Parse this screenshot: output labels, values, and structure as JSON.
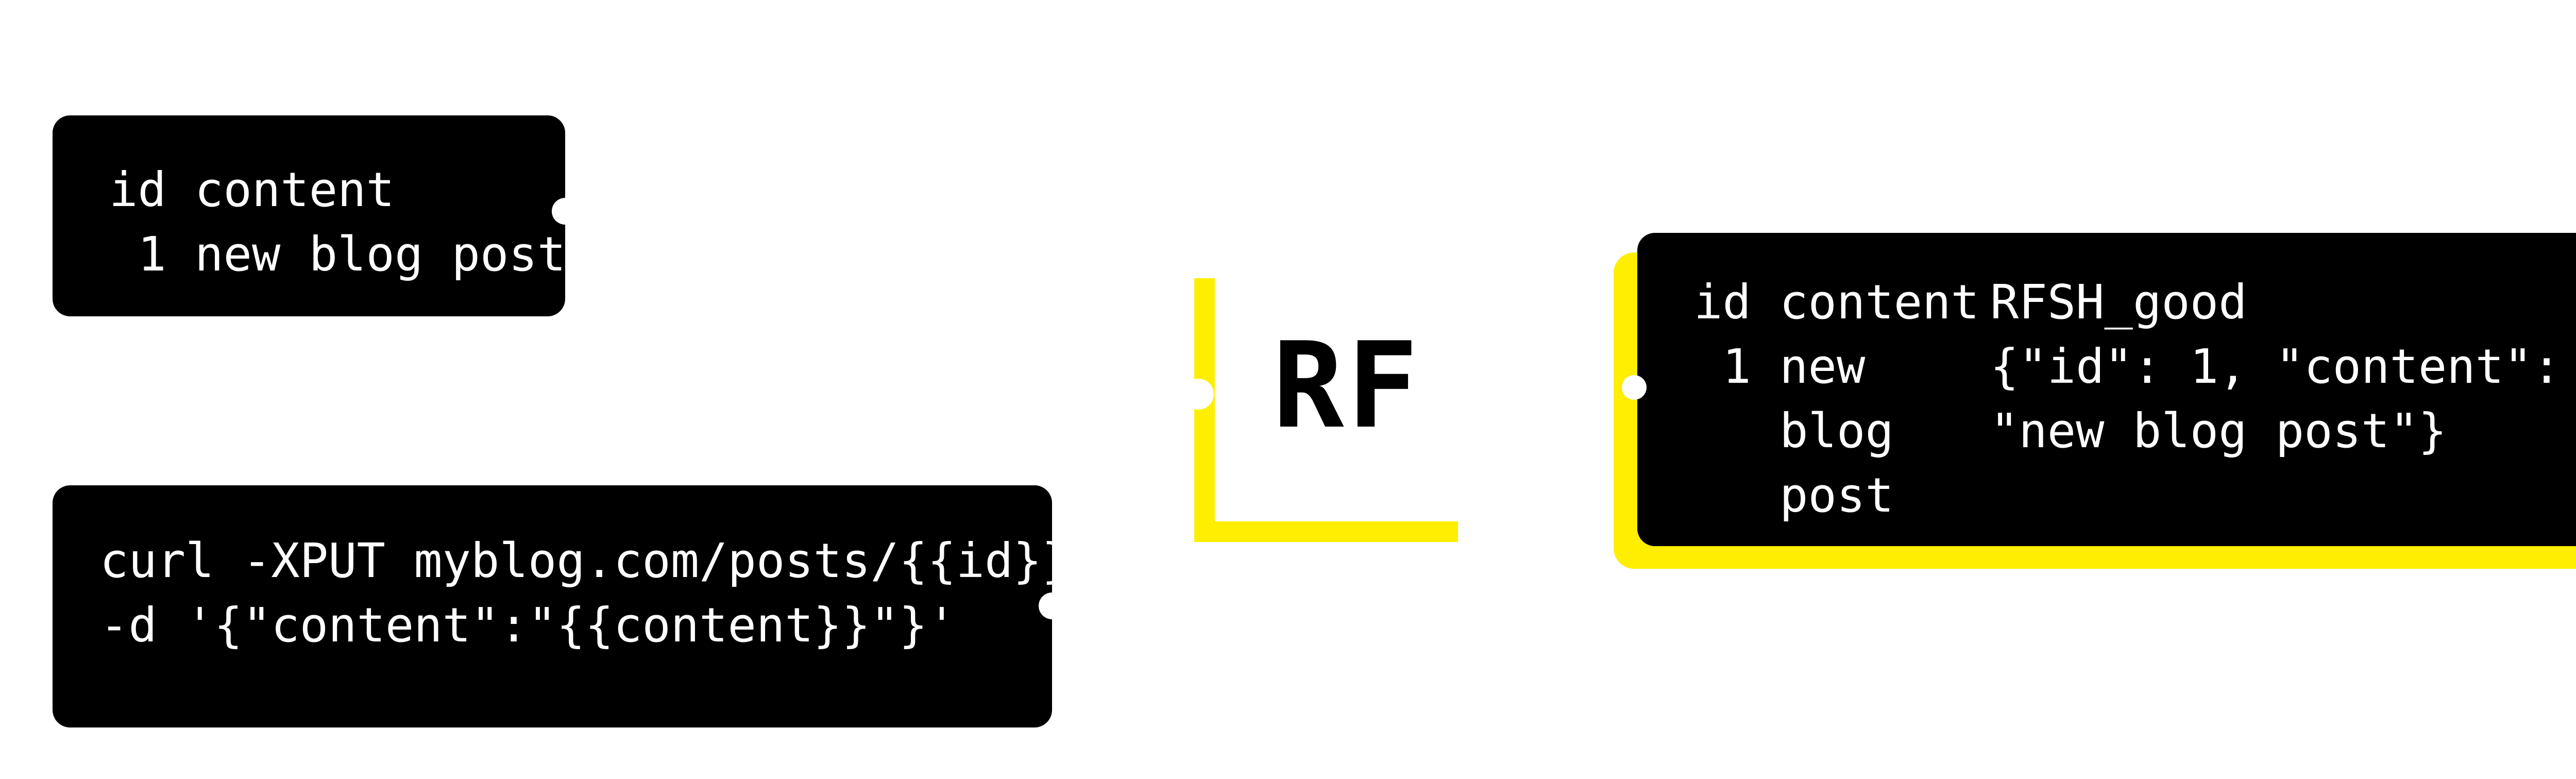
{
  "table_box": {
    "lines": [
      "id content",
      " 1 new blog post"
    ]
  },
  "curl_box": {
    "lines": [
      "curl -XPUT myblog.com/posts/{{id}}",
      "-d '{\"content\":\"{{content}}\"}'"
    ]
  },
  "rf_label": "RF",
  "result_box": {
    "left_lines": [
      "id content",
      " 1 new",
      "   blog",
      "   post"
    ],
    "right_lines": [
      "RFSH_good",
      "{\"id\": 1, \"content\":",
      "\"new blog post\"}"
    ]
  },
  "colors": {
    "box_background": "#000000",
    "box_text": "#ffffff",
    "accent_yellow": "#ffee00"
  }
}
